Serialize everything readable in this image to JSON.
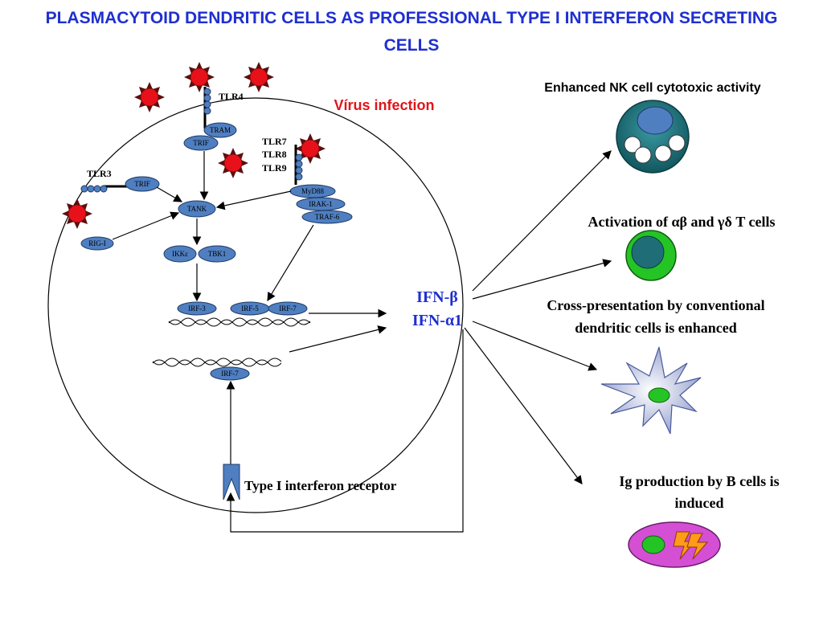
{
  "title": {
    "line1": "PLASMACYTOID DENDRITIC CELLS AS PROFESSIONAL TYPE I INTERFERON SECRETING",
    "line2": "CELLS"
  },
  "virus_label": "Vírus infection",
  "receptors": {
    "tlr4": "TLR4",
    "tlr3": "TLR3",
    "tlr7": "TLR7",
    "tlr8": "TLR8",
    "tlr9": "TLR9"
  },
  "molecules": {
    "tram": "TRAM",
    "trif_top": "TRIF",
    "trif_left": "TRIF",
    "tank": "TANK",
    "myd88": "MyD88",
    "irak1": "IRAK-1",
    "traf6": "TRAF-6",
    "rig1": "RIG-I",
    "ikke": "IKKε",
    "tbk1": "TBK1",
    "irf3": "IRF-3",
    "irf5": "IRF-5",
    "irf7a": "IRF-7",
    "irf7b": "IRF-7"
  },
  "ifn": {
    "beta": "IFN-β",
    "alpha": "IFN-α1"
  },
  "receptor_label": "Type I interferon receptor",
  "effects": {
    "nk": "Enhanced NK cell cytotoxic activity",
    "tcell": "Activation of αβ and γδ T cells",
    "cross_line1": "Cross-presentation by conventional",
    "cross_line2": "dendritic cells is enhanced",
    "ig_line1": "Ig production by B cells is",
    "ig_line2": "induced"
  },
  "colors": {
    "title": "#1f2fd0",
    "virus_label": "#e0141a",
    "ifn": "#1f2fd0",
    "molecule": "#4f7fc0",
    "virus": "#e8111a",
    "nk_cell": "#1f6e77",
    "t_cell": "#25c425",
    "b_cell": "#d44fd4"
  },
  "icons": [
    "virus-icon",
    "nk-cell-icon",
    "t-cell-icon",
    "dendritic-cell-icon",
    "b-cell-icon",
    "lightning-icon"
  ]
}
